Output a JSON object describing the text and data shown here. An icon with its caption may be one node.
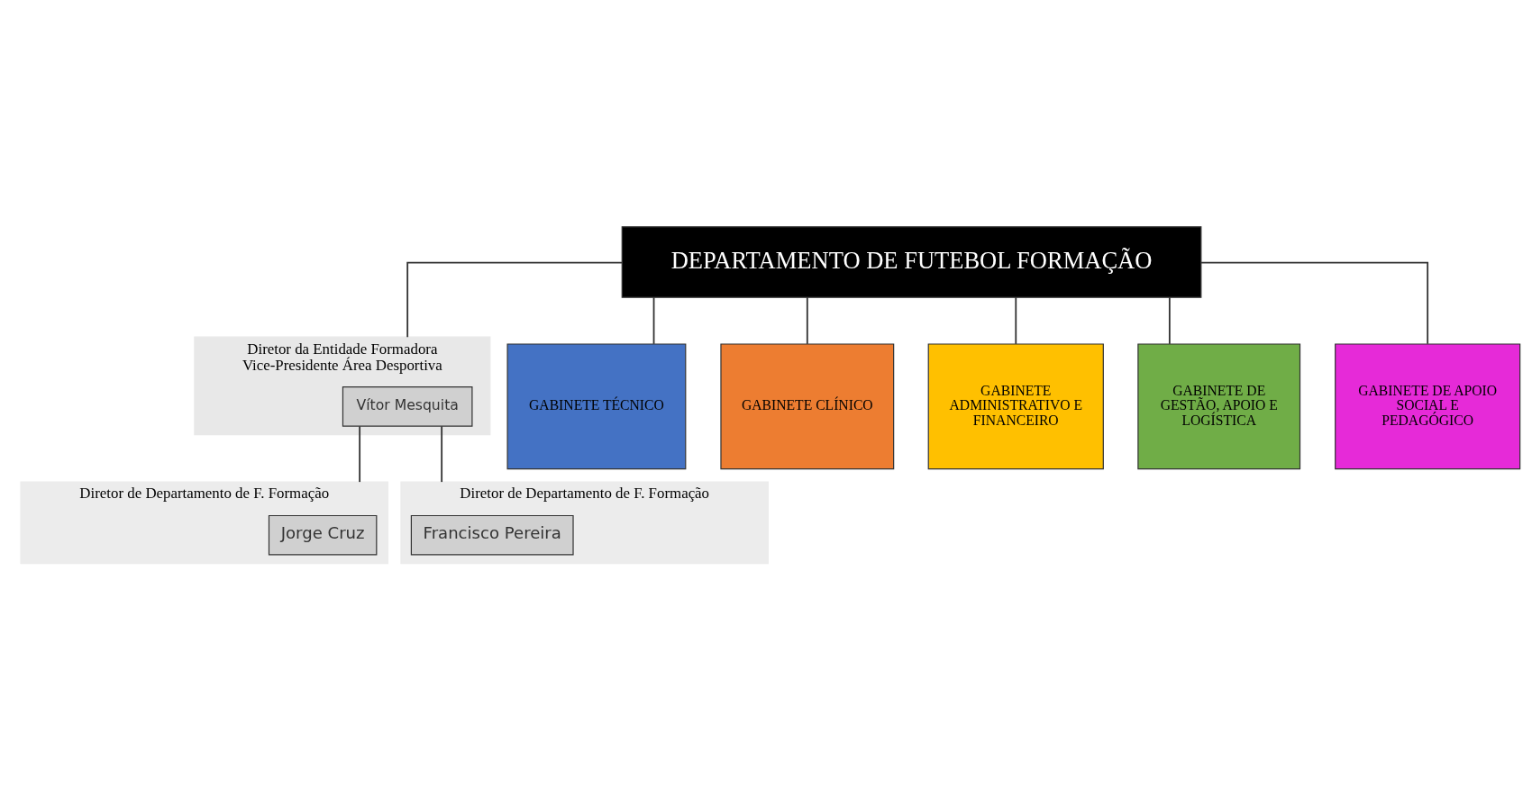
{
  "diagram": {
    "nodes": [
      {
        "text": [
          "DEPARTAMENTO DE FUTEBOL FORMAÇÃO"
        ]
      },
      {
        "text": [
          "Diretor da Entidade Formadora",
          "Vice-Presidente Área Desportiva"
        ]
      },
      {
        "text": [
          "Vítor Mesquita"
        ],
        "in": 1
      },
      {
        "text": [
          "Diretor de Departamento de F. Formação"
        ]
      },
      {
        "text": [
          "Jorge Cruz"
        ],
        "in": 3
      },
      {
        "text": [
          "Diretor de Departamento de F. Formação"
        ]
      },
      {
        "text": [
          "Francisco Pereira"
        ],
        "in": 5
      },
      {
        "text": [
          "GABINETE TÉCNICO"
        ]
      },
      {
        "text": [
          "GABINETE CLÍNICO"
        ]
      },
      {
        "text": [
          "GABINETE ADMINISTRATIVO E FINANCEIRO"
        ]
      },
      {
        "text": [
          "GABINETE DE GESTÃO, APOIO E LOGÍSTICA"
        ]
      },
      {
        "text": [
          "GABINETE DE APOIO SOCIAL E PEDAGÓGICO"
        ]
      }
    ],
    "edges": [
      {
        "from": 0,
        "to": 1,
        "arrow": "none"
      },
      {
        "from": 2,
        "to": 3,
        "arrow": "none"
      },
      {
        "from": 2,
        "to": 5,
        "arrow": "none"
      },
      {
        "from": 0,
        "to": 7,
        "arrow": "none"
      },
      {
        "from": 0,
        "to": 8,
        "arrow": "none"
      },
      {
        "from": 0,
        "to": 9,
        "arrow": "none"
      },
      {
        "from": 0,
        "to": 10,
        "arrow": "none"
      },
      {
        "from": 0,
        "to": 11,
        "arrow": "none"
      }
    ]
  }
}
